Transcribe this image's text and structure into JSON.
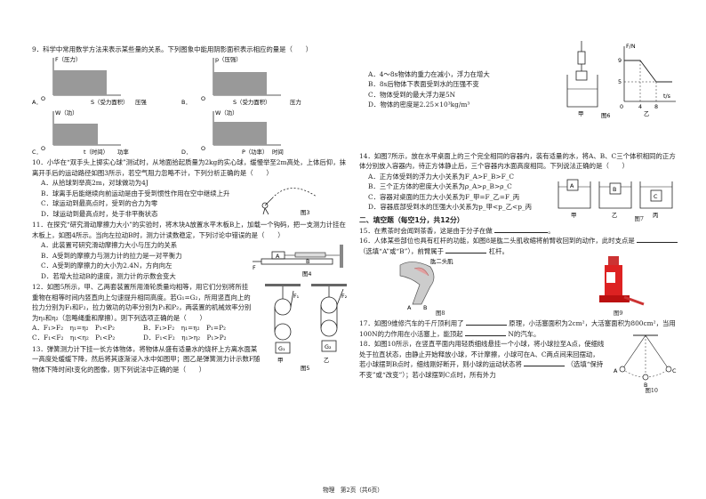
{
  "q9": {
    "stem": "9．科学中常用数学方法来表示某些量的关系。下列图象中能用阴影面积表示相应的量是（　　）",
    "A": {
      "letter": "A．",
      "y": "F（压力）",
      "x": "S（受力面积）",
      "cap": "压强"
    },
    "B": {
      "letter": "B．",
      "y": "p（压强）",
      "x": "S（受力面积）",
      "cap": "压力"
    },
    "C": {
      "letter": "C．",
      "y": "W（功）",
      "x": "t（时间）",
      "cap": "功率"
    },
    "D": {
      "letter": "D．",
      "y": "W（功）",
      "x": "P（功率）",
      "cap": "时间"
    },
    "origin": "O"
  },
  "q10": {
    "stem": "10．小华在“双手头上掷实心球”测试时，从地面拾起质量为2kg的实心球，缓慢举至2m高处，上体后仰，抹离开手后的运动路径如图3所示，若空气阻力忽略不计，下列分析正确的是（　　）",
    "A": "A．从拾球到举高2m，对球做功为4J",
    "B": "B．球离手后能继续向前运动是由于受到惯性作用在空中继续上升",
    "C": "C．球运动到最高点时，受到的合力为零",
    "D": "D．球运动到最高点时，处于非平衡状态",
    "fig": "图3"
  },
  "q11": {
    "stem": "11．在探究“研究滑动摩擦力大小”的实验时，将木块A放置水平木板B上，加载一个钩码，把一支测力计挂在木板上，如图4所示。当向左拉动B时，测力计读数稳定，下列讨论中错误的是（　　）",
    "A": "A．此装置可研究滑动摩擦力大小与压力的关系",
    "B": "B．A受到的摩擦力与测力计的拉力是一对平衡力",
    "C": "C．A受到的摩擦力的大小为2.4N，方向向左",
    "D": "D．若增大拉动B的速度，测力计的示数会变大",
    "fig": "图4",
    "labels": {
      "F": "F",
      "A": "A",
      "B": "B"
    }
  },
  "q12": {
    "stem": "12．如图5所示，甲、乙两套装置所用滑轮质量均相等，用它们分别将所挂重物在相等时间内竖直向上匀速提升相同高度。若G₁=G₂，所用竖直向上的拉力分别为F₁和F₂，拉力做功的功率分别为P₁和P₂，两装置的机械效率分别为η₁和η₂（忽略绳重和摩擦）。则下列选项正确的是（　　）",
    "A": "A．F₁>F₂　η₁=η₂　P₁<P₂",
    "B": "B．F₁>F₂　η₁=η₂　P₁=P₂",
    "C": "C．F₁<F₂　η₁<η₂　P₁<P₂",
    "D": "D．F₁<F₂　η₁>η₂　P₁>P₂",
    "fig": "图5",
    "sub": [
      "甲",
      "乙"
    ],
    "labels": {
      "F1": "F₁",
      "F2": "F₂",
      "G1": "G₁",
      "G2": "G₂"
    }
  },
  "q13": {
    "stem": "13．弹簧测力计下挂一长方体物体，将物体从盛有适量水的烧杯上方离水面某一高度处缓缓下降，然后将其逐渐浸入水中如图甲；图乙是弹簧测力计示数F随物体下降时间t变化的图像，则下列说法中正确的是（　　）",
    "A": "A．4～8s物体的重力在减小，浮力在增大",
    "B": "B．8s后物体下表面受到水的压强不变",
    "C": "C．物体受到的最大浮力是5N",
    "D": "D．物体的密度是2.25×10³kg/m³",
    "fig": "图6",
    "sub": [
      "甲",
      "乙"
    ],
    "graph": {
      "y": "F/N",
      "x": "t/s",
      "ticks_y": [
        "9",
        "5"
      ],
      "ticks_x": [
        "4",
        "8"
      ],
      "origin": "0"
    }
  },
  "q14": {
    "stem": "14．如图7所示，放在水平桌面上的三个完全相同的容器内，装有适量的水，将A、B、C三个体积相同的正方体分别放入容器内，待正方体静止后，三个容器内水面高度相同。下列说法正确的是（　　）",
    "A": "A．正方体受到的浮力大小关系为F_A>F_B>F_C",
    "B": "B．三个正方体的密度大小关系为ρ_A>ρ_B>ρ_C",
    "C": "C．容器对桌面的压力大小关系为F_甲=F_乙=F_丙",
    "D": "D．容器底部受到水的压强大小关系为p_甲<p_乙<p_丙",
    "fig": "图7",
    "sub": [
      "甲",
      "乙",
      "丙"
    ],
    "cubes": [
      "A",
      "B",
      "C"
    ]
  },
  "sec2": "二、填空题（每空1分，共12分）",
  "q15": "15．在煮茶时会闻到茶香，这是由于分子在做",
  "q16a": "16．人体某些部位也具有杠杆的功能，如图8是肱二头肌收缩将前臂收回到的动作，此时支点是",
  "q16b": "（选填“A”或“B”），前臂属于",
  "q16c": "杠杆。",
  "fig8": {
    "cap": "图8",
    "label": "肱二头肌",
    "A": "A",
    "B": "B"
  },
  "fig9": {
    "cap": "图9"
  },
  "q17a": "17．如图9维修汽车的千斤顶利用了",
  "q17b": "原理，小活塞面积为2cm²，大活塞面积为800cm²，当用100N的力作用在小活塞上，能顶起",
  "q17c": "N的汽车。",
  "q18a": "18．如图10所示，在竖直平面内用轻质细线悬挂一个小球，将小球拉至A点，使细线处于拉直状态，由静止开始释放小球，不计摩擦，小球可在A、C两点间来回摆动，若小球摆到B点时，细线刚好断开，则小球的运动状态将",
  "q18b": "（选填“保持不变”或“改变”）；若小球摆到C点时，所有外力",
  "fig10": {
    "cap": "图10",
    "A": "A",
    "B": "B",
    "C": "C"
  },
  "footer": "物理　第2页（共6页）"
}
